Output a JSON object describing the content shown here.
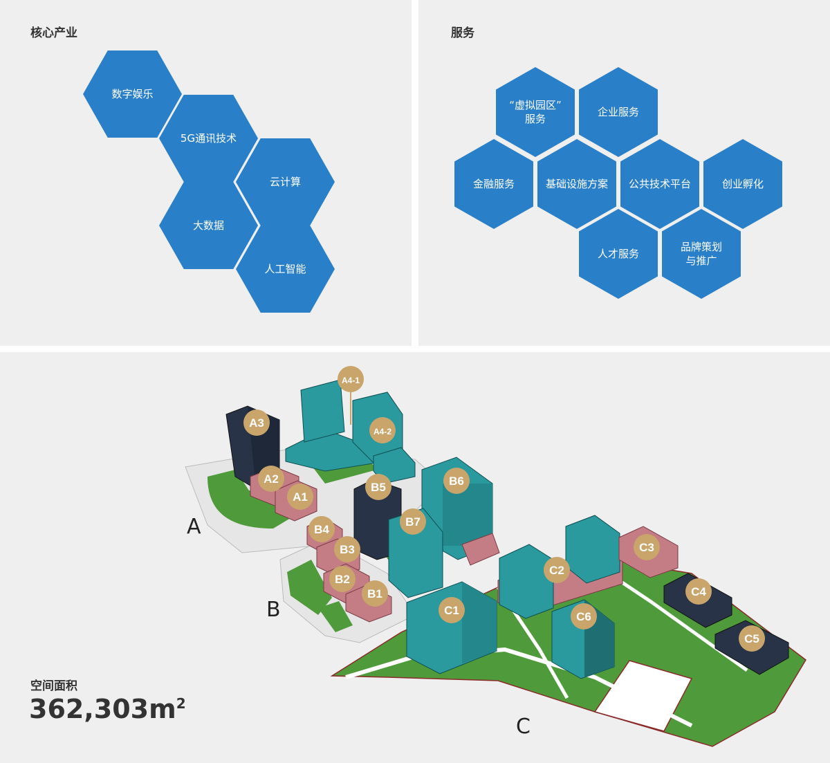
{
  "industry": {
    "title": "核心产业",
    "items": [
      "数字娱乐",
      "5G通讯技术",
      "云计算",
      "大数据",
      "人工智能"
    ]
  },
  "services": {
    "title": "服务",
    "items": [
      "“虚拟园区”\n服务",
      "企业服务",
      "金融服务",
      "基础设施方案",
      "公共技术平台",
      "创业孵化",
      "人才服务",
      "品牌策划\n与推广"
    ]
  },
  "map": {
    "zones": [
      "A",
      "B",
      "C"
    ],
    "buildings": [
      "A4-1",
      "A3",
      "A4-2",
      "A2",
      "A1",
      "B5",
      "B6",
      "B7",
      "B4",
      "B3",
      "B2",
      "B1",
      "C3",
      "C2",
      "C4",
      "C1",
      "C6",
      "C5"
    ],
    "colors": {
      "teal": "#2a9a9e",
      "navy": "#283348",
      "pink": "#c47c85",
      "green": "#4f9a3a",
      "label": "#c9a56b"
    }
  },
  "area": {
    "label": "空间面积",
    "value": "362,303m",
    "unit_sup": "2"
  }
}
